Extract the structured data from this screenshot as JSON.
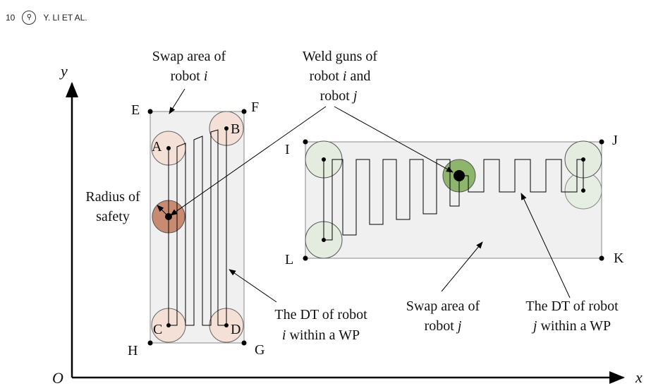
{
  "header": {
    "page_number": "10",
    "logo_icon": "journal-logo-icon",
    "authors": "Y. LI ET AL."
  },
  "figure": {
    "axes": {
      "origin": "O",
      "x": "x",
      "y": "y"
    },
    "corners": {
      "E": "E",
      "F": "F",
      "G": "G",
      "H": "H",
      "I": "I",
      "J": "J",
      "K": "K",
      "L": "L"
    },
    "points": {
      "A": "A",
      "B": "B",
      "C": "C",
      "D": "D"
    },
    "labels": {
      "swap_i_1": "Swap area of",
      "swap_i_2": "robot ",
      "swap_i_3": "i",
      "weld_1": "Weld guns of",
      "weld_2a": "robot ",
      "weld_2b": "i",
      "weld_2c": " and",
      "weld_3a": "robot ",
      "weld_3b": "j",
      "radius_1": "Radius of",
      "radius_2": "safety",
      "dt_i_1": "The DT of robot",
      "dt_i_2a": "i",
      "dt_i_2b": " within a WP",
      "swap_j_1": "Swap area of",
      "swap_j_2a": "robot ",
      "swap_j_2b": "j",
      "dt_j_1": "The DT of robot",
      "dt_j_2a": "j",
      "dt_j_2b": " within a WP"
    },
    "colors": {
      "area_fill": "#f0f0f0",
      "robot_i_circle": "#f4e0d6",
      "robot_i_gun": "#c98a72",
      "robot_j_circle": "#e4ece0",
      "robot_j_gun": "#8db56b"
    }
  }
}
